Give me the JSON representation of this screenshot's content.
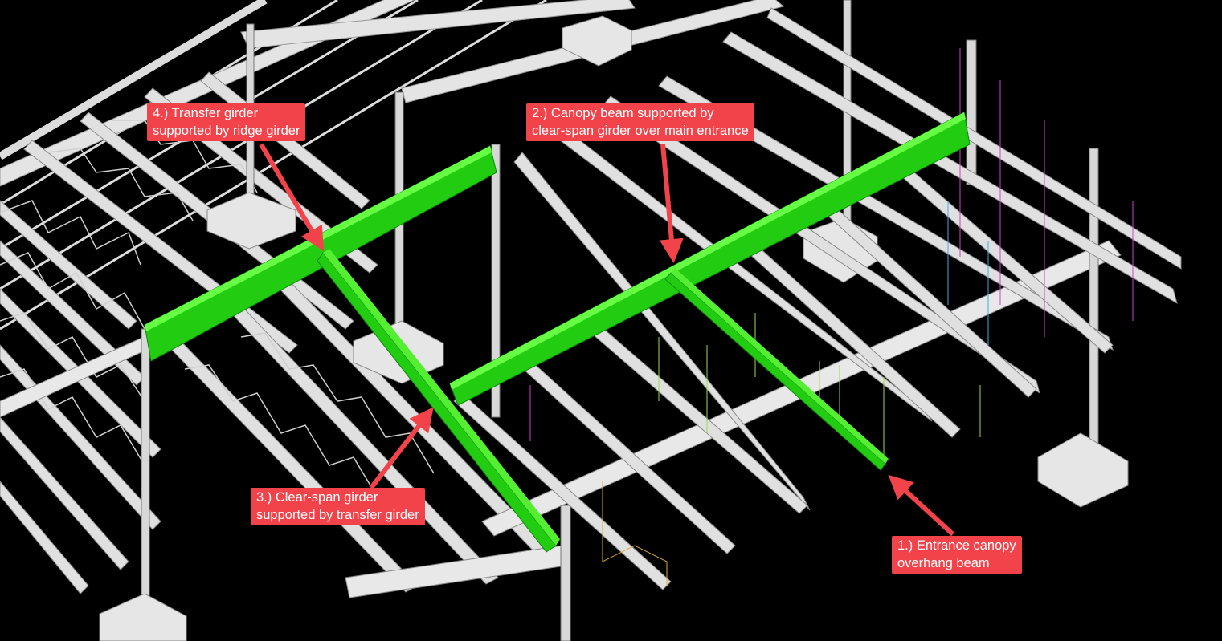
{
  "colors": {
    "background": "#000000",
    "steel": "#e6e6e6",
    "highlight": "#22dd11",
    "callout": "#f2434b",
    "callout_text": "#ffffff"
  },
  "callouts": [
    {
      "id": "transfer-girder",
      "lines": [
        "4.)  Transfer girder",
        "supported by ridge girder"
      ]
    },
    {
      "id": "canopy-beam",
      "lines": [
        "2.)  Canopy beam supported by",
        "clear-span girder over main entrance"
      ]
    },
    {
      "id": "clear-span-girder",
      "lines": [
        "3.)  Clear-span girder",
        "supported by transfer girder"
      ]
    },
    {
      "id": "overhang-beam",
      "lines": [
        "1.)  Entrance canopy",
        "overhang beam"
      ]
    }
  ]
}
